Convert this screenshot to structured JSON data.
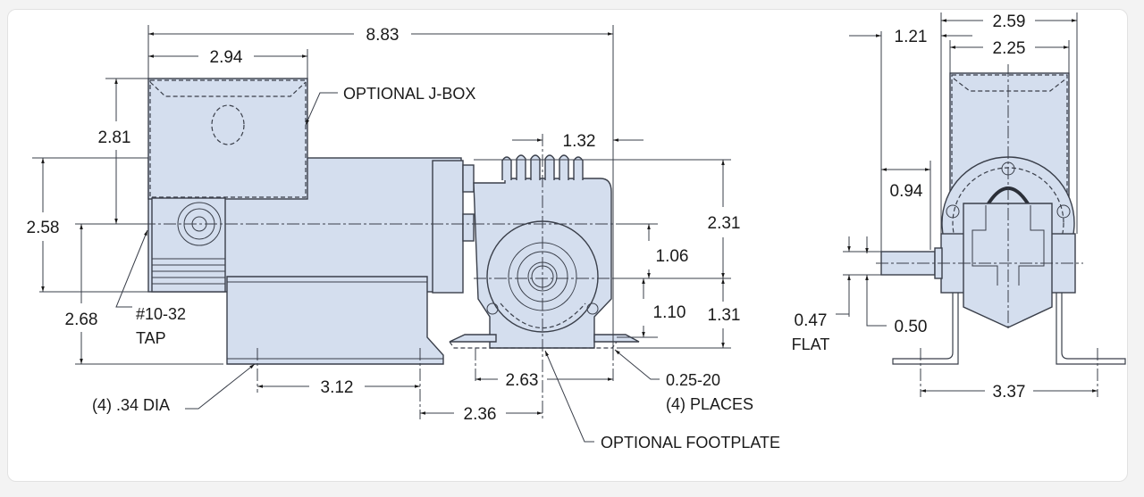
{
  "drawing": {
    "title": "Gearmotor dimensional drawing",
    "colors": {
      "body_fill": "#d4deee",
      "line": "#3a3f4a",
      "background": "#ffffff"
    },
    "side_view": {
      "dimensions": {
        "overall_length": "8.83",
        "jbox_width": "2.94",
        "jbox_height": "2.81",
        "motor_center_to_bottom": "2.58",
        "base_height": "2.68",
        "mount_hole_spacing": "3.12",
        "hole_to_output_center": "2.36",
        "output_center_to_end": "1.32",
        "gearbox_top_to_center": "2.31",
        "input_to_output_offset": "1.06",
        "output_to_footplate_top": "1.10",
        "output_to_footplate_bottom": "1.31",
        "footplate_hole_spacing": "2.63"
      },
      "callouts": {
        "jbox": "OPTIONAL J-BOX",
        "tap_line1": "#10-32",
        "tap_line2": "TAP",
        "holes": "(4) .34 DIA",
        "thread_line1": "0.25-20",
        "thread_line2": "(4) PLACES",
        "footplate": "OPTIONAL FOOTPLATE"
      }
    },
    "end_view": {
      "dimensions": {
        "overall_width": "2.59",
        "jbox_width": "2.25",
        "shaft_extension": "1.21",
        "shaft_to_housing": "0.94",
        "flat": "0.47",
        "shaft_dia": "0.50",
        "foot_hole_spacing": "3.37"
      },
      "callouts": {
        "flat_label": "FLAT"
      }
    }
  }
}
